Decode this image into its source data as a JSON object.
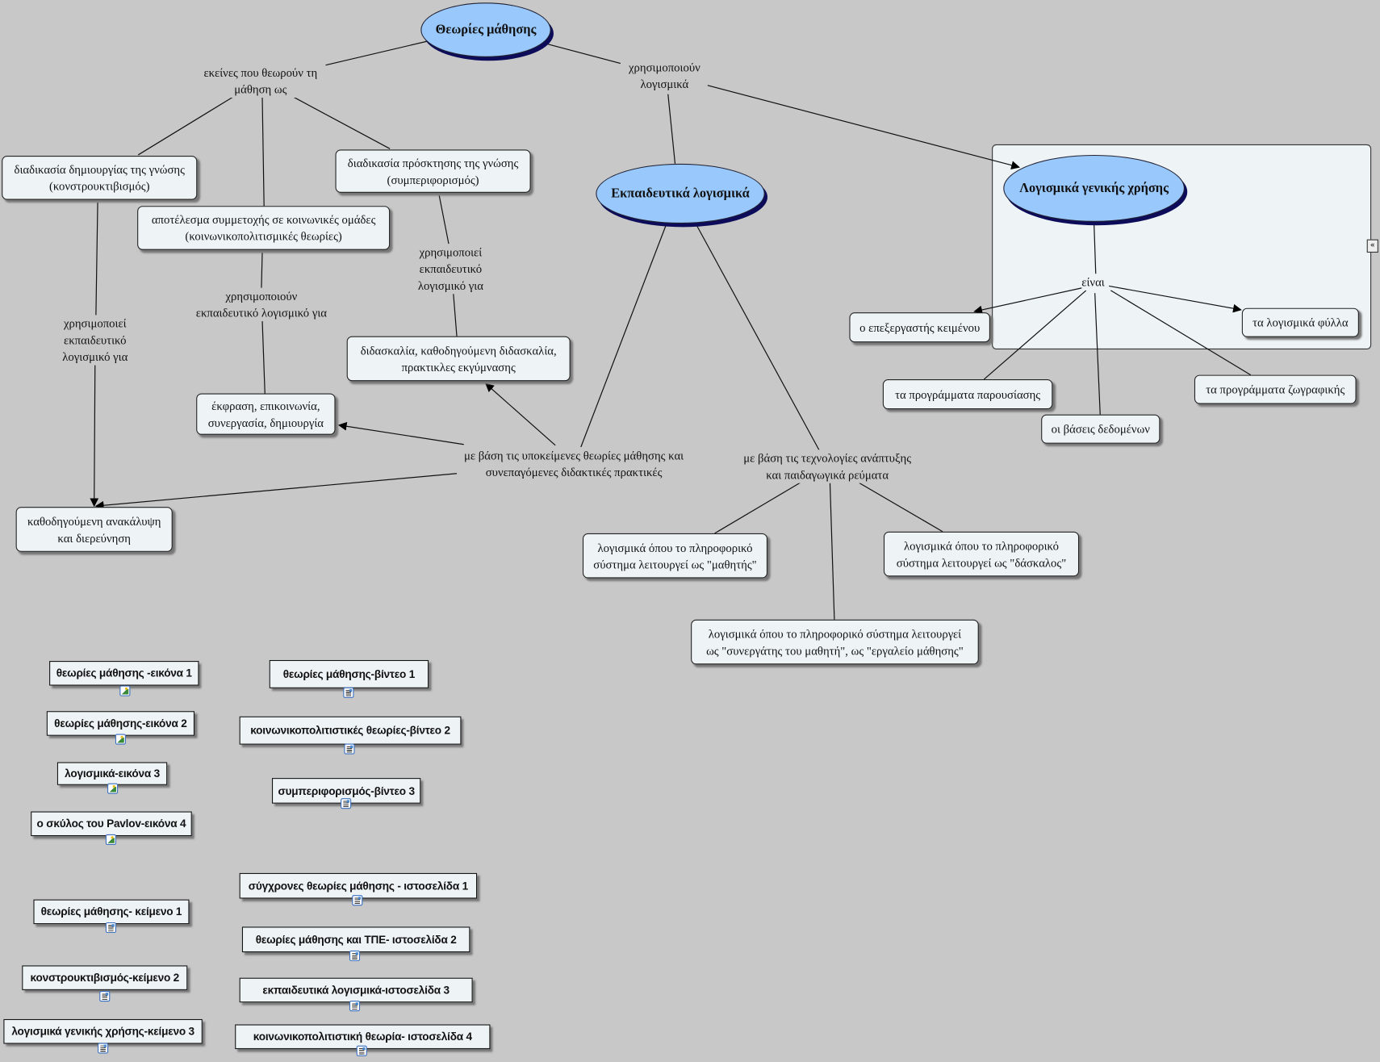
{
  "concepts": {
    "theories": "Θεωρίες μάθησης",
    "educational_software": "Εκπαιδευτικά λογισμικά",
    "general_software": "Λογισμικά γενικής χρήσης"
  },
  "link_labels": {
    "those_who_see": "εκείνες που θεωρούν τη\nμάθηση ως",
    "use_software": "χρησιμοποιούν\nλογισμικά",
    "uses_edu_left": "χρησιμοποιεί\nεκπαιδευτικό\nλογισμικό για",
    "use_edu_mid": "χρησιμοποιούν\nεκπαιδευτικό λογισμικό για",
    "uses_edu_right": "χρησιμοποιεί\nεκπαιδευτικό\nλογισμικό για",
    "based_theories": "με βάση τις υποκείμενες θεωρίες μάθησης και\nσυνεπαγόμενες διδακτικές πρακτικές",
    "based_tech": "με βάση τις τεχνολογίες ανάπτυξης\nκαι παιδαγωγικά ρεύματα",
    "are": "είναι"
  },
  "boxes": {
    "constructivism": "διαδικασία δημιουργίας της γνώσης\n(κονστρουκτιβισμός)",
    "behaviorism": "διαδικασία πρόσκτησης της γνώσης\n(συμπεριφορισμός)",
    "sociocultural": "αποτέλεσμα συμμετοχής σε κοινωνικές ομάδες\n(κοινωνικοπολιτισμικές θεωρίες)",
    "teaching": "διδασκαλία, καθοδηγούμενη διδασκαλία,\nπρακτικλες εκγύμνασης",
    "expression": "έκφραση, επικοινωνία,\nσυνεργασία, δημιουργία",
    "guided_discovery": "καθοδηγούμενη ανακάλυψη\nκαι διερεύνηση",
    "as_student": "λογισμικά όπου το πληροφορικό\nσύστημα λειτουργεί ως \"μαθητής\"",
    "as_teacher": "λογισμικά όπου το πληροφορικό\nσύστημα λειτουργεί ως \"δάσκαλος\"",
    "as_partner": "λογισμικά όπου το πληροφορικό σύστημα λειτουργεί\nως \"συνεργάτης του μαθητή\", ως \"εργαλείο μάθησης\"",
    "word_processor": "ο επεξεργαστής κειμένου",
    "spreadsheets": "τα λογισμικά φύλλα",
    "presentations": "τα προγράμματα παρουσίασης",
    "databases": "οι βάσεις δεδομένων",
    "drawing": "τα προγράμματα ζωγραφικής"
  },
  "resources": [
    {
      "label": "θεωρίες μάθησης -εικόνα 1",
      "icon": "image-icon"
    },
    {
      "label": "θεωρίες μάθησης-εικόνα 2",
      "icon": "image-icon"
    },
    {
      "label": "λογισμικά-εικόνα 3",
      "icon": "image-icon"
    },
    {
      "label": "ο σκύλος του Pavlov-εικόνα 4",
      "icon": "image-icon"
    },
    {
      "label": "θεωρίες μάθησης-βίντεο 1",
      "icon": "document-icon"
    },
    {
      "label": "κοινωνικοπολιτιστικές θεωρίες-βίντεο 2",
      "icon": "document-icon"
    },
    {
      "label": "συμπεριφορισμός-βίντεο 3",
      "icon": "document-icon"
    },
    {
      "label": "θεωρίες μάθησης- κείμενο 1",
      "icon": "document-icon"
    },
    {
      "label": "κονστρουκτιβισμός-κείμενο 2",
      "icon": "document-icon"
    },
    {
      "label": "λογισμικά γενικής χρήσης-κείμενο 3",
      "icon": "document-icon"
    },
    {
      "label": "σύγχρονες θεωρίες μάθησης -  ιστοσελίδα 1",
      "icon": "document-icon"
    },
    {
      "label": "θεωρίες μάθησης και ΤΠΕ- ιστοσελίδα 2",
      "icon": "document-icon"
    },
    {
      "label": "εκπαιδευτικά λογισμικά-ιστοσελίδα 3",
      "icon": "document-icon"
    },
    {
      "label": "κοινωνικοπολιτιστική θεωρία- ιστοσελίδα 4",
      "icon": "document-icon"
    }
  ],
  "collapse_glyph": "«",
  "colors": {
    "background": "#c8c8c8",
    "concept_fill": "#99c8fc",
    "box_fill": "#eef4f6",
    "shadow": "#0c0c5a"
  }
}
